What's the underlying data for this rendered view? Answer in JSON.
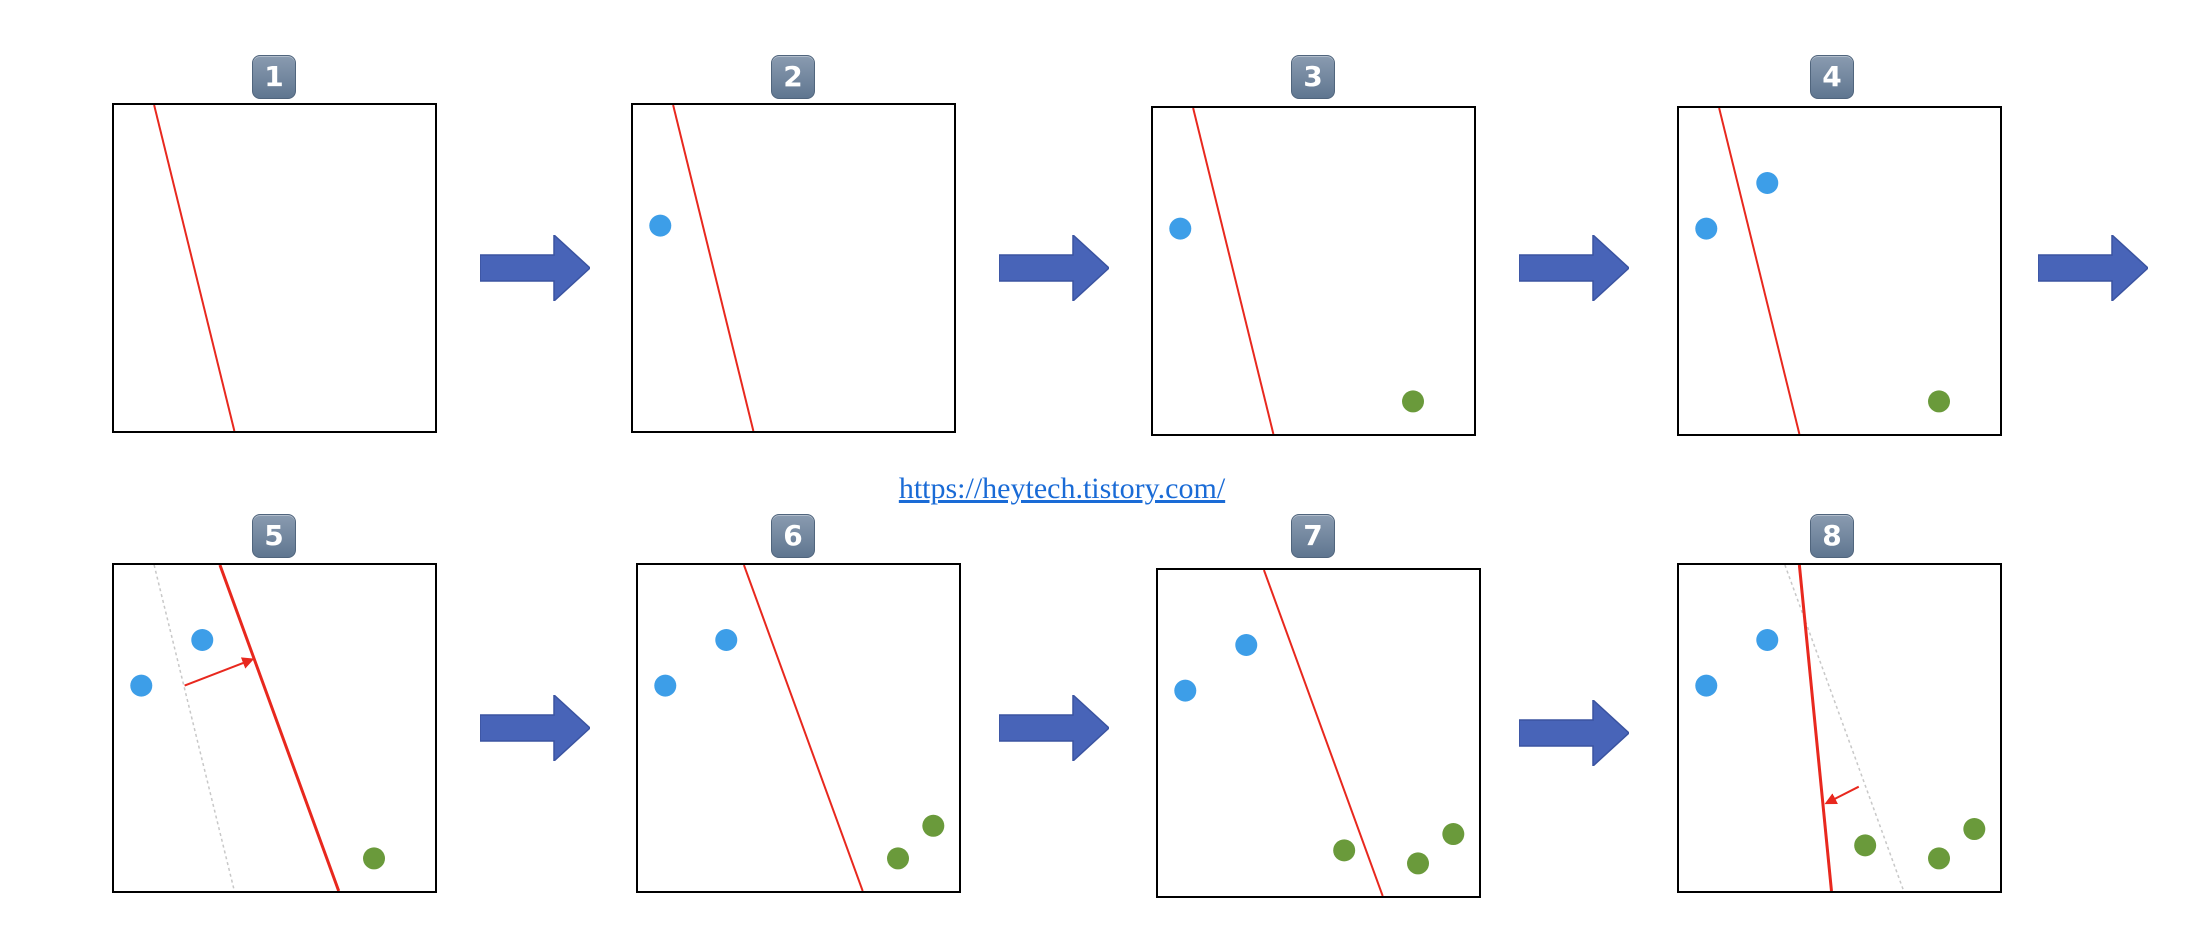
{
  "source_link": "https://heytech.tistory.com/",
  "colors": {
    "boundary": "#e8281e",
    "old_boundary": "#c8c8c8",
    "class_blue": "#3d9ee8",
    "class_green": "#6a9a3b",
    "arrow": "#4864b8",
    "badge": "#6e829a"
  },
  "steps": [
    {
      "label": "1",
      "boundary": {
        "from": [
          0.125,
          0.0
        ],
        "to": [
          0.375,
          1.0
        ]
      },
      "points": [],
      "shift": null
    },
    {
      "label": "2",
      "boundary": {
        "from": [
          0.125,
          0.0
        ],
        "to": [
          0.375,
          1.0
        ]
      },
      "points": [
        {
          "class": "blue",
          "at": [
            0.085,
            0.37
          ]
        }
      ],
      "shift": null
    },
    {
      "label": "3",
      "boundary": {
        "from": [
          0.125,
          0.0
        ],
        "to": [
          0.375,
          1.0
        ]
      },
      "points": [
        {
          "class": "blue",
          "at": [
            0.085,
            0.37
          ]
        },
        {
          "class": "green",
          "at": [
            0.81,
            0.9
          ]
        }
      ],
      "shift": null
    },
    {
      "label": "4",
      "boundary": {
        "from": [
          0.125,
          0.0
        ],
        "to": [
          0.375,
          1.0
        ]
      },
      "points": [
        {
          "class": "blue",
          "at": [
            0.085,
            0.37
          ]
        },
        {
          "class": "blue",
          "at": [
            0.275,
            0.23
          ]
        },
        {
          "class": "green",
          "at": [
            0.81,
            0.9
          ]
        }
      ],
      "shift": null
    },
    {
      "label": "5",
      "boundary": {
        "from": [
          0.33,
          0.0
        ],
        "to": [
          0.7,
          1.0
        ]
      },
      "old_boundary": {
        "from": [
          0.125,
          0.0
        ],
        "to": [
          0.375,
          1.0
        ]
      },
      "points": [
        {
          "class": "blue",
          "at": [
            0.085,
            0.37
          ]
        },
        {
          "class": "blue",
          "at": [
            0.275,
            0.23
          ]
        },
        {
          "class": "green",
          "at": [
            0.81,
            0.9
          ]
        }
      ],
      "shift": {
        "from": [
          0.22,
          0.37
        ],
        "to": [
          0.43,
          0.29
        ]
      }
    },
    {
      "label": "6",
      "boundary": {
        "from": [
          0.33,
          0.0
        ],
        "to": [
          0.7,
          1.0
        ]
      },
      "points": [
        {
          "class": "blue",
          "at": [
            0.085,
            0.37
          ]
        },
        {
          "class": "blue",
          "at": [
            0.275,
            0.23
          ]
        },
        {
          "class": "green",
          "at": [
            0.81,
            0.9
          ]
        },
        {
          "class": "green",
          "at": [
            0.92,
            0.8
          ]
        }
      ],
      "shift": null
    },
    {
      "label": "7",
      "boundary": {
        "from": [
          0.33,
          0.0
        ],
        "to": [
          0.7,
          1.0
        ]
      },
      "points": [
        {
          "class": "blue",
          "at": [
            0.085,
            0.37
          ]
        },
        {
          "class": "blue",
          "at": [
            0.275,
            0.23
          ]
        },
        {
          "class": "green",
          "at": [
            0.58,
            0.86
          ]
        },
        {
          "class": "green",
          "at": [
            0.81,
            0.9
          ]
        },
        {
          "class": "green",
          "at": [
            0.92,
            0.81
          ]
        }
      ],
      "shift": null
    },
    {
      "label": "8",
      "boundary": {
        "from": [
          0.375,
          0.0
        ],
        "to": [
          0.475,
          1.0
        ]
      },
      "old_boundary": {
        "from": [
          0.33,
          0.0
        ],
        "to": [
          0.7,
          1.0
        ]
      },
      "points": [
        {
          "class": "blue",
          "at": [
            0.085,
            0.37
          ]
        },
        {
          "class": "blue",
          "at": [
            0.275,
            0.23
          ]
        },
        {
          "class": "green",
          "at": [
            0.58,
            0.86
          ]
        },
        {
          "class": "green",
          "at": [
            0.81,
            0.9
          ]
        },
        {
          "class": "green",
          "at": [
            0.92,
            0.81
          ]
        }
      ],
      "shift": {
        "from": [
          0.56,
          0.68
        ],
        "to": [
          0.46,
          0.73
        ]
      }
    }
  ]
}
